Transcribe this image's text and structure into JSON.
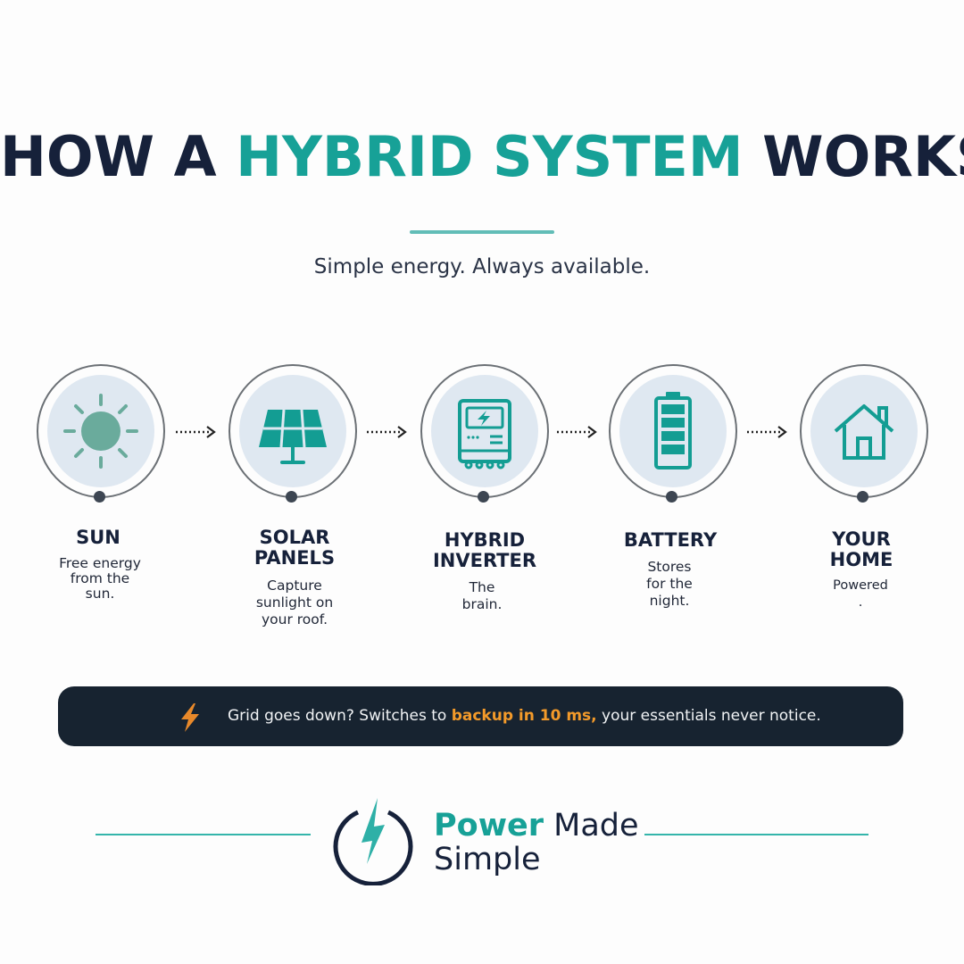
{
  "header": {
    "title_part1": "HOW A ",
    "title_accent": "HYBRID SYSTEM",
    "title_part2": " WORKS",
    "subtitle": "Simple energy. Always available."
  },
  "steps": [
    {
      "icon": "sun-icon",
      "label_line1": "SUN",
      "label_line2": "",
      "desc": [
        "Free energy",
        "from the",
        "sun."
      ]
    },
    {
      "icon": "solar-panel-icon",
      "label_line1": "SOLAR",
      "label_line2": "PANELS",
      "desc": [
        "Capture",
        "sunlight on",
        "your roof."
      ]
    },
    {
      "icon": "inverter-icon",
      "label_line1": "HYBRID",
      "label_line2": "INVERTER",
      "desc": [
        "The",
        "brain."
      ]
    },
    {
      "icon": "battery-icon",
      "label_line1": "BATTERY",
      "label_line2": "",
      "desc": [
        "Stores",
        "for the",
        "night."
      ]
    },
    {
      "icon": "house-icon",
      "label_line1": "YOUR",
      "label_line2": "HOME",
      "desc": [
        "Powered",
        "."
      ]
    }
  ],
  "banner": {
    "icon": "lightning-icon",
    "text_before": "Grid goes down? Switches to ",
    "text_highlight": "backup in 10 ms,",
    "text_after": " your essentials never notice."
  },
  "brand": {
    "icon": "power-logo-icon",
    "word_bold": "Power",
    "word_rest": " Made",
    "line2": "Simple"
  },
  "colors": {
    "navy": "#16213a",
    "teal": "#17a197",
    "orange": "#f39a2a",
    "banner_bg": "#172330",
    "circle_fill": "#dfe8f1"
  }
}
